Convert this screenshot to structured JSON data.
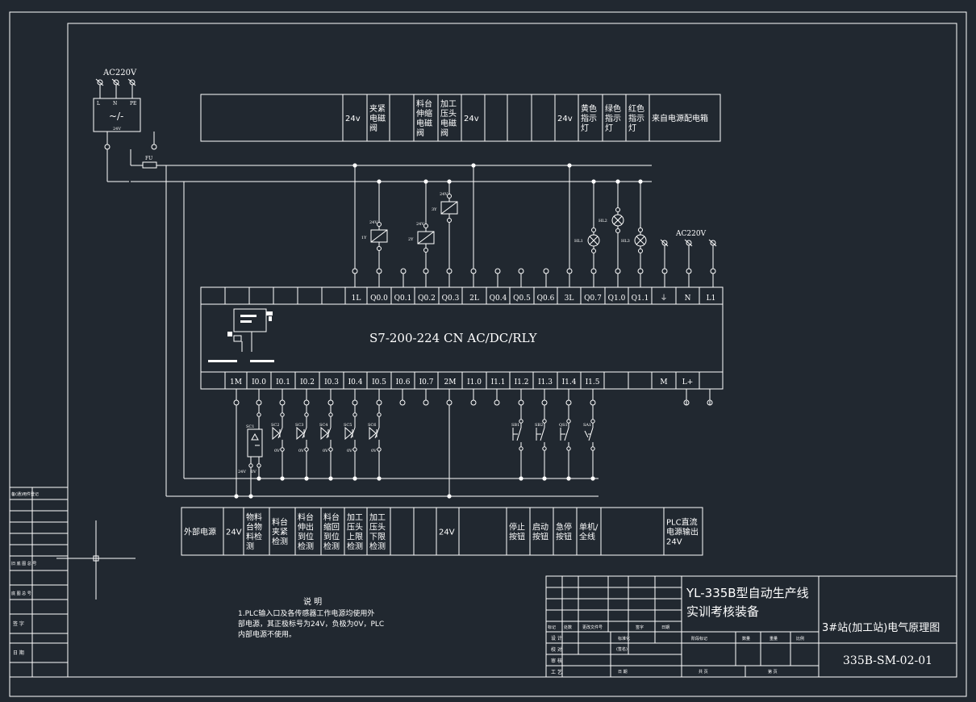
{
  "plc": {
    "model": "S7-200-224 CN AC/DC/RLY",
    "output_terminals": [
      "1L",
      "Q0.0",
      "Q0.1",
      "Q0.2",
      "Q0.3",
      "2L",
      "Q0.4",
      "Q0.5",
      "Q0.6",
      "3L",
      "Q0.7",
      "Q1.0",
      "Q1.1",
      "⏚",
      "N",
      "L1"
    ],
    "input_terminals": [
      "1M",
      "I0.0",
      "I0.1",
      "I0.2",
      "I0.3",
      "I0.4",
      "I0.5",
      "I0.6",
      "I0.7",
      "2M",
      "I1.0",
      "I1.1",
      "I1.2",
      "I1.3",
      "I1.4",
      "I1.5",
      "",
      "",
      "M",
      "L+"
    ]
  },
  "power": {
    "supply_label": "AC220V",
    "supply_terminals": [
      "L",
      "N",
      "PE"
    ],
    "psu_symbol": "~/-",
    "psu_out": "24V",
    "fuse": "FU",
    "output_ac_label": "AC220V"
  },
  "top_table": [
    {
      "text": "",
      "w": 176
    },
    {
      "text": "24v",
      "w": 30
    },
    {
      "text": "夹紧\n电磁\n阀",
      "w": 28
    },
    {
      "text": "",
      "w": 30
    },
    {
      "text": "料台\n伸缩\n电磁\n阀",
      "w": 30
    },
    {
      "text": "加工\n压头\n电磁\n阀",
      "w": 29
    },
    {
      "text": "24v",
      "w": 29
    },
    {
      "text": "",
      "w": 28
    },
    {
      "text": "",
      "w": 30
    },
    {
      "text": "",
      "w": 29
    },
    {
      "text": "24v",
      "w": 29
    },
    {
      "text": "黄色\n指示\n灯",
      "w": 30
    },
    {
      "text": "绿色\n指示\n灯",
      "w": 29
    },
    {
      "text": "红色\n指示\n灯",
      "w": 29
    },
    {
      "text": "来自电源配电箱",
      "w": 88
    }
  ],
  "bottom_table": [
    {
      "text": "外部电源",
      "w": 52
    },
    {
      "text": "24V",
      "w": 25
    },
    {
      "text": "物料\n台物\n料检\n测",
      "w": 32
    },
    {
      "text": "料台\n夹紧\n检测",
      "w": 32
    },
    {
      "text": "料台\n伸出\n到位\n检测",
      "w": 32
    },
    {
      "text": "料台\n缩回\n到位\n检测",
      "w": 29
    },
    {
      "text": "加工\n压头\n上限\n检测",
      "w": 28
    },
    {
      "text": "加工\n压头\n下限\n检测",
      "w": 29
    },
    {
      "text": "",
      "w": 29
    },
    {
      "text": "",
      "w": 28
    },
    {
      "text": "24V",
      "w": 28
    },
    {
      "text": "",
      "w": 59
    },
    {
      "text": "停止\n按钮",
      "w": 29
    },
    {
      "text": "启动\n按钮",
      "w": 29
    },
    {
      "text": "急停\n按钮",
      "w": 29
    },
    {
      "text": "单机/\n全线",
      "w": 30
    },
    {
      "text": "",
      "w": 78
    },
    {
      "text": "PLC直流\n电源输出\n24V",
      "w": 48
    }
  ],
  "outputs": {
    "coil_labels": [
      "1Y",
      "2Y",
      "3Y"
    ],
    "coil_volts": [
      "24V",
      "24V",
      "24V"
    ],
    "lamp_labels": [
      "HL1",
      "HL2",
      "HL3"
    ]
  },
  "inputs": {
    "sensor_labels": [
      "SC1",
      "SC2",
      "SC3",
      "SC4",
      "SC5",
      "SC6"
    ],
    "button_labels": [
      "SB1",
      "SB2",
      "QS1",
      "SA1"
    ],
    "sensor_volts": [
      "24V",
      "0V"
    ]
  },
  "notes": {
    "heading": "说  明",
    "lines": [
      "1.PLC输入口及各传感器工作电源均使用外",
      "部电源，其正极标号为24V，负极为0V，PLC",
      "内部电源不使用。"
    ]
  },
  "side_labels": [
    "备(通)用件登记",
    "旧 底 图 总 号",
    "底 图 总 号",
    "签  字",
    "日  期"
  ],
  "title_block": {
    "project_line1": "YL-335B型自动生产线",
    "project_line2": "实训考核装备",
    "drawing_title": "3#站(加工站)电气原理图",
    "drawing_number": "335B-SM-02-01",
    "revision_headers": [
      "标记",
      "处数",
      "更改文件号",
      "签字",
      "日期"
    ],
    "sign_rows": [
      "设 计",
      "校 对",
      "审 核",
      "工 艺"
    ],
    "sign_cells": [
      "标准化",
      "(签名)",
      "日 期"
    ],
    "stage_headers": [
      "阶段标记",
      "数量",
      "重量",
      "比例"
    ],
    "sheet_cells": [
      "共  页",
      "第  页"
    ]
  },
  "colors": {
    "background": "#212830",
    "line": "#ffffff"
  }
}
